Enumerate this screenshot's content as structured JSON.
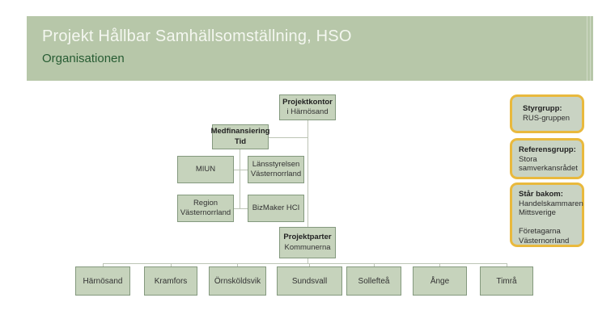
{
  "header": {
    "title": "Projekt Hållbar Samhällsomställning, HSO",
    "subtitle": "Organisationen"
  },
  "colors": {
    "banner_bg": "#b7c7a9",
    "title_text": "#f4f7f0",
    "subtitle_text": "#275c33",
    "node_fill": "#c6d3bc",
    "node_border": "#84997e",
    "connector": "#bcc4b5",
    "panel_fill": "#c9d3c3",
    "panel_border": "#e9b93d",
    "node_text": "#333333"
  },
  "org": {
    "projektkontor": {
      "line1": "Projektkontor",
      "line2": "i Härnösand"
    },
    "medfinansiering": {
      "line1": "Medfinansiering",
      "line2": "Tid"
    },
    "miun": {
      "line1": "MIUN"
    },
    "lansstyrelsen": {
      "line1": "Länsstyrelsen",
      "line2": "Västernorrland"
    },
    "region": {
      "line1": "Region",
      "line2": "Västernorrland"
    },
    "bizmaker": {
      "line1": "BizMaker HCI"
    },
    "projektparter": {
      "line1": "Projektparter",
      "line2": "Kommunerna"
    },
    "municipalities": [
      "Härnösand",
      "Kramfors",
      "Örnsköldsvik",
      "Sundsvall",
      "Sollefteå",
      "Ånge",
      "Timrå"
    ]
  },
  "side_panels": [
    {
      "title": "Styrgrupp:",
      "body": "RUS-gruppen"
    },
    {
      "title": "Referensgrupp:",
      "body": "Stora\nsamverkansrådet"
    },
    {
      "title": "Står bakom:",
      "body": "Handelskammaren\nMittsverige\n\nFöretagarna\nVästernorrland"
    }
  ]
}
